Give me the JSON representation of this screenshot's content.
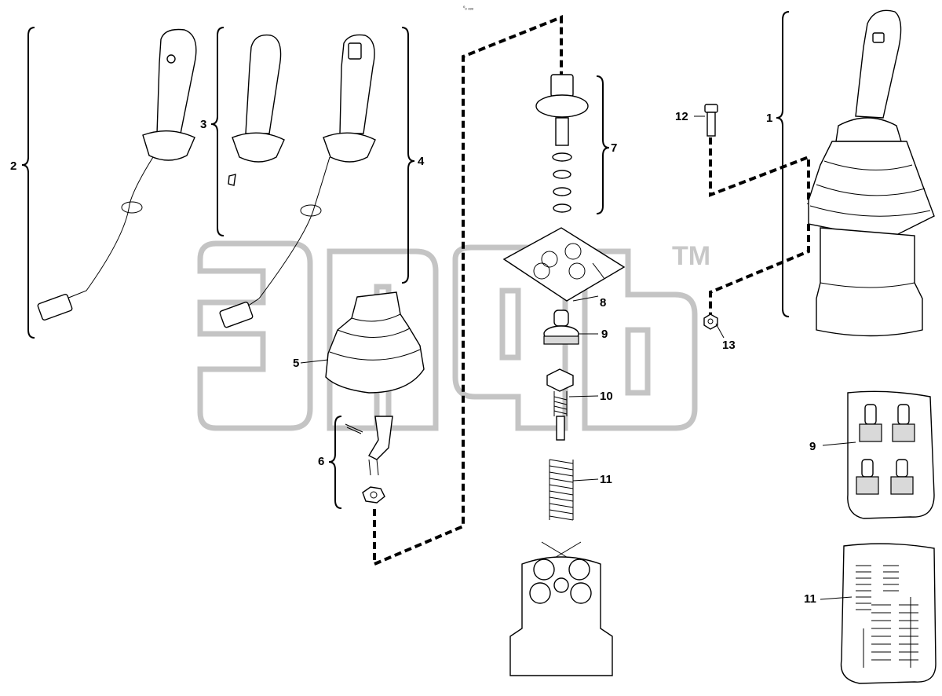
{
  "header": {
    "code": "⁰ₒ ₒₒₒ"
  },
  "watermark": {
    "text": "TM"
  },
  "callouts": {
    "c1": "1",
    "c2": "2",
    "c3": "3",
    "c4": "4",
    "c5": "5",
    "c6": "6",
    "c7": "7",
    "c8": "8",
    "c9": "9",
    "c10": "10",
    "c11": "11",
    "c12": "12",
    "c13": "13",
    "c9b": "9",
    "c11b": "11"
  }
}
